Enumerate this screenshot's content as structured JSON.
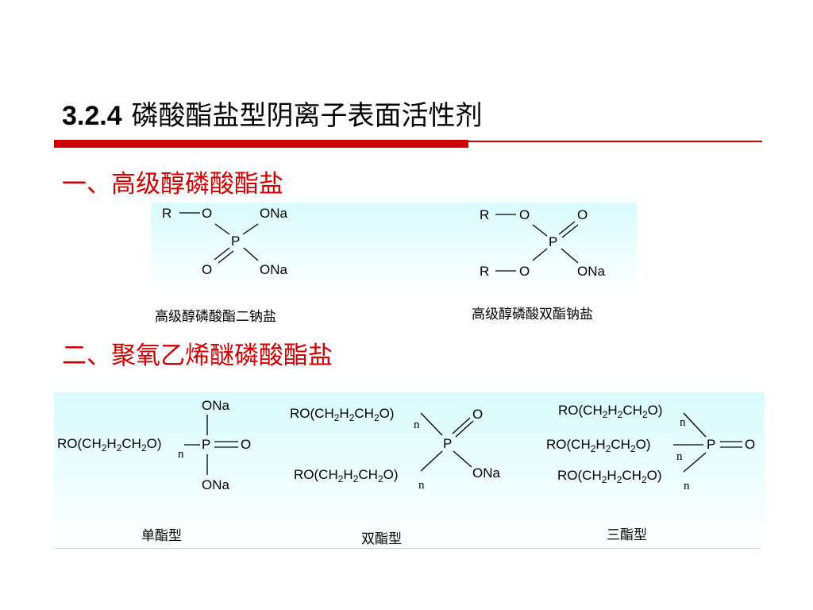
{
  "title": {
    "number": "3.2.4",
    "text": "磷酸酯盐型阴离子表面活性剂"
  },
  "sections": [
    {
      "heading": "一、高级醇磷酸酯盐"
    },
    {
      "heading": "二、聚氧乙烯醚磷酸酯盐"
    }
  ],
  "structures": {
    "s1": {
      "r": "R",
      "o1": "O",
      "ona1": "ONa",
      "p": "P",
      "o2": "O",
      "ona2": "ONa",
      "caption": "高级醇磷酸酯二钠盐"
    },
    "s2": {
      "r1": "R",
      "o1": "O",
      "o_top": "O",
      "p": "P",
      "r2": "R",
      "o2": "O",
      "ona": "ONa",
      "caption": "高级醇磷酸双酯钠盐"
    },
    "s3": {
      "chain_a": "RO(CH",
      "sub2a": "2",
      "chain_b": "H",
      "sub2b": "2",
      "chain_c": "CH",
      "sub2c": "2",
      "chain_d": "O)",
      "n": "n",
      "ona_top": "ONa",
      "p": "P",
      "o": "O",
      "ona_bottom": "ONa",
      "caption": "单酯型"
    },
    "s4": {
      "chain": [
        "RO(CH",
        "2",
        "H",
        "2",
        "CH",
        "2",
        "O)"
      ],
      "n": "n",
      "o": "O",
      "p": "P",
      "ona": "ONa",
      "caption": "双酯型"
    },
    "s5": {
      "chain": [
        "RO(CH",
        "2",
        "H",
        "2",
        "CH",
        "2",
        "O)"
      ],
      "n": "n",
      "p": "P",
      "o": "O",
      "caption": "三酯型"
    }
  }
}
